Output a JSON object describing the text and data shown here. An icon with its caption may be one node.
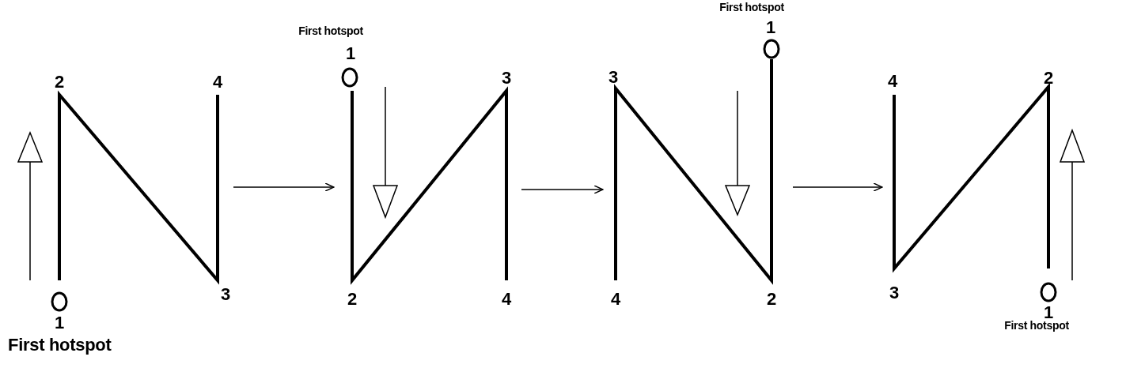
{
  "diagram": {
    "nodes": [
      {
        "text": [],
        "shape": "picture"
      },
      {
        "text": [],
        "shape": "picture"
      },
      {
        "text": [],
        "shape": "picture"
      },
      {
        "text": [],
        "shape": "picture"
      }
    ],
    "edges": [
      {
        "from": 0,
        "to": 1,
        "arrow": "to"
      },
      {
        "from": 1,
        "to": 2,
        "arrow": "to"
      },
      {
        "from": 2,
        "to": 3,
        "arrow": "to"
      }
    ],
    "labels": [
      "First hotspot",
      "First hotspot",
      "1",
      "1",
      "2",
      "4",
      "3",
      "3",
      "4",
      "2",
      "3",
      "2",
      "4",
      "4",
      "2",
      "3",
      "1",
      "1",
      "First hotspot",
      "First hotspot"
    ]
  }
}
